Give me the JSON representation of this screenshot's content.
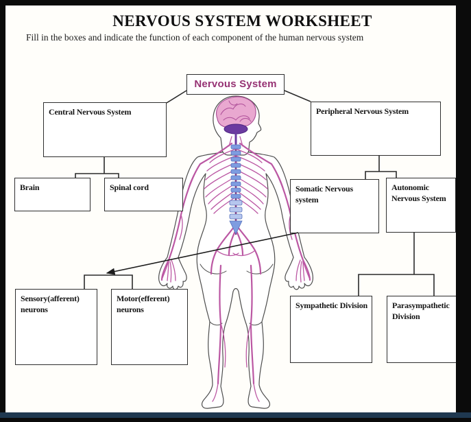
{
  "title": "NERVOUS SYSTEM WORKSHEET",
  "subtitle": "Fill in the boxes and indicate the function of each component of the human nervous system",
  "boxes": {
    "nervous_system": {
      "label": "Nervous System"
    },
    "central": {
      "label": "Central Nervous System"
    },
    "peripheral": {
      "label": "Peripheral Nervous System"
    },
    "brain": {
      "label": "Brain"
    },
    "spinal_cord": {
      "label": "Spinal cord"
    },
    "somatic": {
      "label": "Somatic Nervous system"
    },
    "autonomic": {
      "label": "Autonomic Nervous System"
    },
    "sensory": {
      "label": "Sensory(afferent) neurons"
    },
    "motor": {
      "label": "Motor(efferent) neurons"
    },
    "sympathetic": {
      "label": "Sympathetic Division"
    },
    "parasympathetic": {
      "label": "Parasympathetic Division"
    }
  },
  "colors": {
    "accent": "#963274",
    "paper": "#fffefa",
    "frame": "#0b0b0b",
    "strip": "#1f3850",
    "box-border": "#2e2e2e",
    "text": "#151515",
    "line": "#2a2a2a",
    "nerve": "#bb57a3",
    "nerve-dark": "#8d3b7f",
    "brain": "#e9a8d0",
    "gyri": "#ad4d98",
    "cerebellum": "#6b3aa0",
    "vertebra": "#7e9ce0",
    "vertebra-edge": "#5570bb",
    "vertebra-light": "#b6c6ee",
    "body-outline": "#4d4d4d"
  }
}
